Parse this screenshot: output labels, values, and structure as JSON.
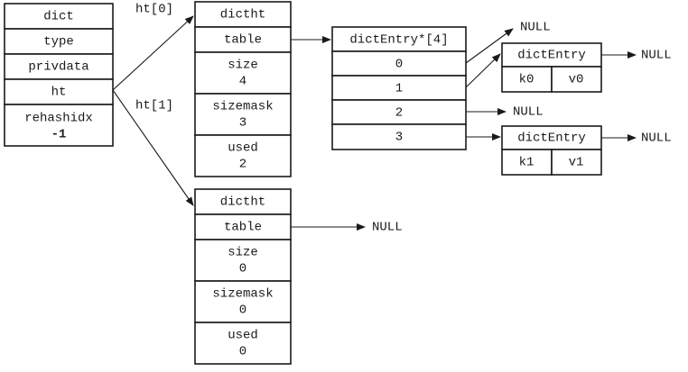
{
  "dict": {
    "fields": [
      "dict",
      "type",
      "privdata",
      "ht"
    ],
    "rehashidx_label": "rehashidx",
    "rehashidx_value": "-1"
  },
  "ht_labels": [
    "ht[0]",
    "ht[1]"
  ],
  "ht0": {
    "header": "dictht",
    "table": "table",
    "size_label": "size",
    "size_value": "4",
    "sizemask_label": "sizemask",
    "sizemask_value": "3",
    "used_label": "used",
    "used_value": "2"
  },
  "ht1": {
    "header": "dictht",
    "table": "table",
    "size_label": "size",
    "size_value": "0",
    "sizemask_label": "sizemask",
    "sizemask_value": "0",
    "used_label": "used",
    "used_value": "0",
    "table_target": "NULL"
  },
  "entry_array": {
    "header": "dictEntry*[4]",
    "slots": [
      "0",
      "1",
      "2",
      "3"
    ]
  },
  "null_label": "NULL",
  "entries": [
    {
      "header": "dictEntry",
      "key": "k0",
      "value": "v0"
    },
    {
      "header": "dictEntry",
      "key": "k1",
      "value": "v1"
    }
  ]
}
